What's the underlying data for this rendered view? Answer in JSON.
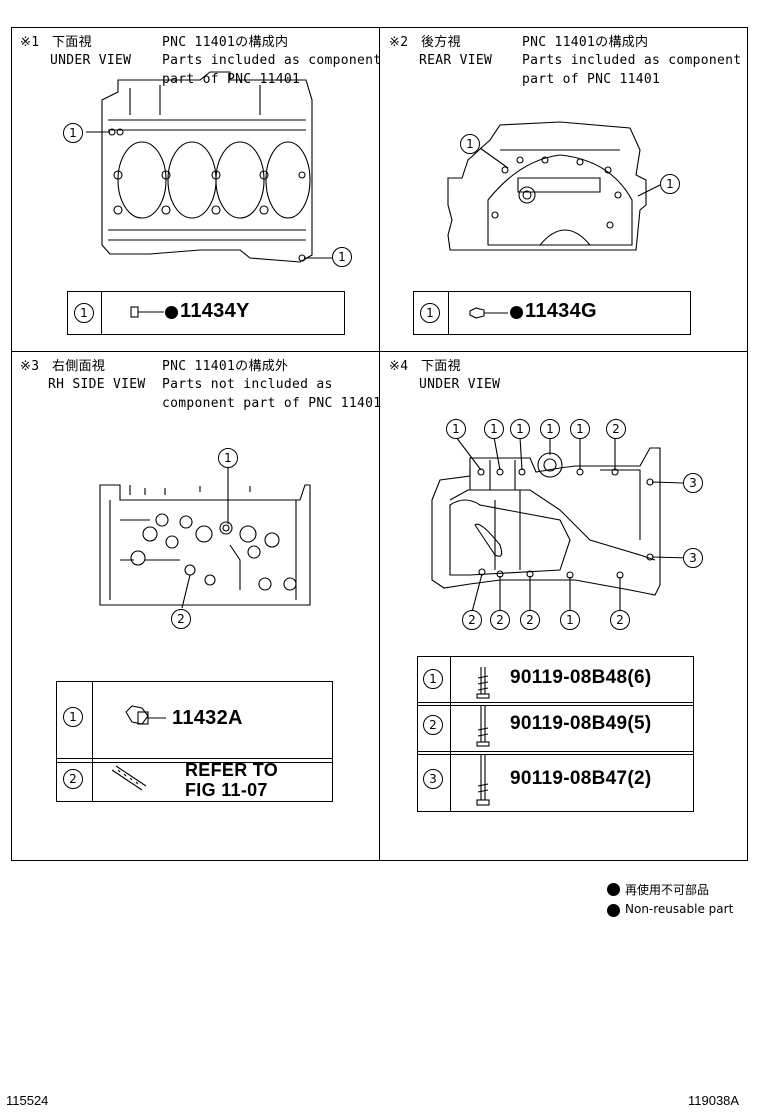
{
  "panels": [
    {
      "id": "p1",
      "mark": "※1",
      "title_jp": "下面視",
      "title_en": "UNDER VIEW",
      "pnc_jp": "PNC 11401の構成内",
      "note_en": "Parts included as component\npart of PNC 11401",
      "rows": [
        {
          "num": "1",
          "part": "11434Y",
          "nonreusable": true
        }
      ],
      "callouts": [
        "1",
        "1"
      ]
    },
    {
      "id": "p2",
      "mark": "※2",
      "title_jp": "後方視",
      "title_en": "REAR VIEW",
      "pnc_jp": "PNC 11401の構成内",
      "note_en": "Parts included as component\npart of PNC 11401",
      "rows": [
        {
          "num": "1",
          "part": "11434G",
          "nonreusable": true
        }
      ],
      "callouts": [
        "1",
        "1"
      ]
    },
    {
      "id": "p3",
      "mark": "※3",
      "title_jp": "右側面視",
      "title_en": "RH SIDE VIEW",
      "pnc_jp": "PNC 11401の構成外",
      "note_en": "Parts not included as\ncomponent part of PNC 11401",
      "rows": [
        {
          "num": "1",
          "part": "11432A"
        },
        {
          "num": "2",
          "part": "REFER TO\nFIG 11-07"
        }
      ],
      "callouts": [
        "1",
        "2"
      ]
    },
    {
      "id": "p4",
      "mark": "※4",
      "title_jp": "下面視",
      "title_en": "UNDER VIEW",
      "rows": [
        {
          "num": "1",
          "part": "90119-08B48(6)"
        },
        {
          "num": "2",
          "part": "90119-08B49(5)"
        },
        {
          "num": "3",
          "part": "90119-08B47(2)"
        }
      ],
      "callouts_top": [
        "1",
        "1",
        "1",
        "1",
        "1",
        "2"
      ],
      "callouts_right": [
        "3",
        "3"
      ],
      "callouts_bottom": [
        "2",
        "2",
        "2",
        "1",
        "2"
      ]
    }
  ],
  "legend": {
    "jp": "再使用不可部品",
    "en": "Non-reusable part"
  },
  "footer": {
    "left": "115524",
    "right": "119038A"
  }
}
